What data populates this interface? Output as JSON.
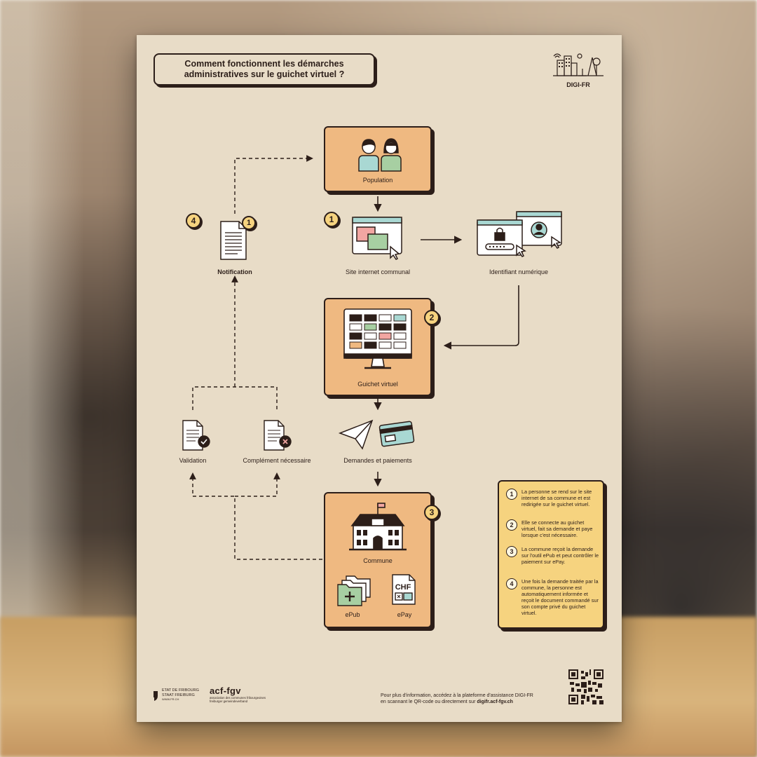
{
  "poster": {
    "title": "Comment fonctionnent les démarches\nadministratives sur le guichet virtuel ?",
    "brand": "DIGI-FR"
  },
  "nodes": {
    "population": "Population",
    "site": "Site internet communal",
    "identifiant": "Identifiant numérique",
    "guichet": "Guichet virtuel",
    "demandes": "Demandes et paiements",
    "commune": "Commune",
    "epub": "ePub",
    "epay": "ePay",
    "notification": "Notification",
    "validation": "Validation",
    "complement": "Complément nécessaire"
  },
  "step_numbers": [
    "1",
    "2",
    "3",
    "4"
  ],
  "legend": [
    {
      "num": "1",
      "text": "La personne se rend sur le site internet de sa commune et est redirigée sur le guichet virtuel."
    },
    {
      "num": "2",
      "text": "Elle se connecte au guichet virtuel, fait sa demande et paye lorsque c'est nécessaire."
    },
    {
      "num": "3",
      "text": "La commune reçoit la demande sur l'outil ePub et peut contrôler le paiement sur ePay."
    },
    {
      "num": "4",
      "text": "Une fois la demande traitée par la commune, la personne est automatiquement informée et reçoit le document commandé sur son compte privé du guichet virtuel."
    }
  ],
  "footer": {
    "etat_line1": "ETAT DE FRIBOURG",
    "etat_line2": "STAAT FREIBURG",
    "etat_line3": "WWW.FR.CH",
    "acf": "acf-fgv",
    "acf_sub1": "association des communes fribourgeoises",
    "acf_sub2": "freiburger gemeindeverband",
    "info_line1": "Pour plus d'information, accédez à la plateforme d'assistance DIGI-FR",
    "info_line2": "en scannant le QR-code ou directement sur",
    "info_link": "digifr.acf-fgv.ch"
  },
  "chf_label": "CHF",
  "colors": {
    "paper": "#e8dcc7",
    "orange_box": "#efb981",
    "yellow": "#f6d37f",
    "ink": "#2c1e19",
    "teal": "#a9d8d3",
    "green": "#a7cfa2",
    "pink": "#f2a6a2"
  }
}
